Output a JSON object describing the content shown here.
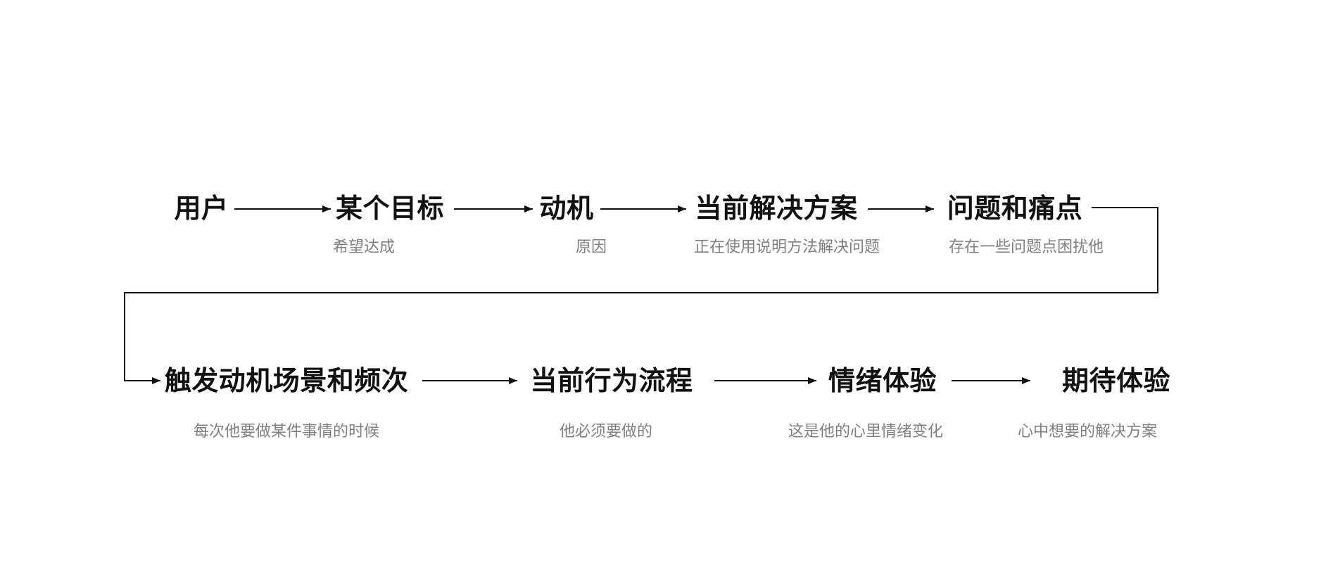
{
  "diagram": {
    "background_color": "#ffffff",
    "line_color": "#111111",
    "label_color": "#111111",
    "sublabel_color": "#808080",
    "rows": [
      {
        "name": "top-flow",
        "items": [
          {
            "label": "用户"
          },
          {
            "label": "某个目标",
            "sublabel": "希望达成"
          },
          {
            "label": "动机",
            "sublabel": "原因"
          },
          {
            "label": "当前解决方案",
            "sublabel": "正在使用说明方法解决问题"
          },
          {
            "label": "问题和痛点",
            "sublabel": "存在一些问题点困扰他"
          }
        ]
      },
      {
        "name": "bottom-flow",
        "items": [
          {
            "label": "触发动机场景和频次",
            "sublabel": "每次他要做某件事情的时候"
          },
          {
            "label": "当前行为流程",
            "sublabel": "他必须要做的"
          },
          {
            "label": "情绪体验",
            "sublabel": "这是他的心里情绪变化"
          },
          {
            "label": "期待体验",
            "sublabel": "心中想要的解决方案"
          }
        ]
      }
    ]
  }
}
